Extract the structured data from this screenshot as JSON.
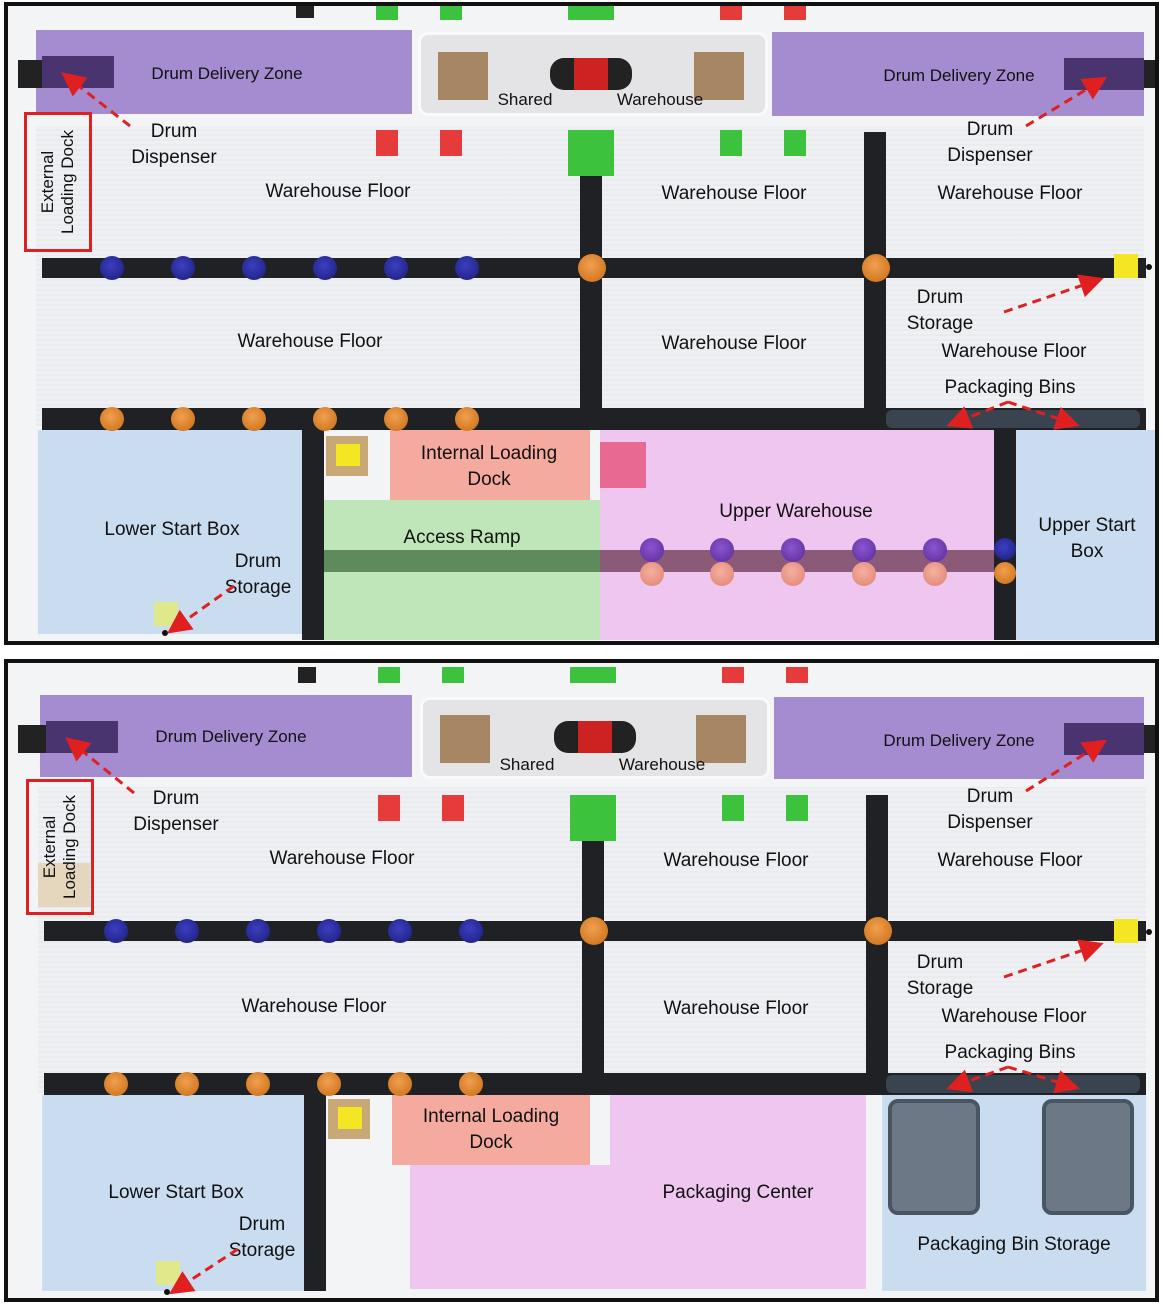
{
  "colors": {
    "purple_zone": "#a58bd0",
    "purple_dark": "#4a3470",
    "light_blue": "#c9dcf0",
    "pink": "#efc6ef",
    "salmon": "#f5aaa0",
    "green_ramp": "#bfe6b8",
    "track": "#202124",
    "red_arrow": "#e02020"
  },
  "top": {
    "drum_delivery_left": "Drum Delivery Zone",
    "drum_delivery_right": "Drum Delivery Zone",
    "shared": "Shared",
    "warehouse": "Warehouse",
    "drum_dispenser_left_1": "Drum",
    "drum_dispenser_left_2": "Dispenser",
    "drum_dispenser_right_1": "Drum",
    "drum_dispenser_right_2": "Dispenser",
    "external_loading_dock": "External\nLoading Dock",
    "wf_1": "Warehouse Floor",
    "wf_2": "Warehouse Floor",
    "wf_3": "Warehouse Floor",
    "wf_4": "Warehouse Floor",
    "wf_5": "Warehouse Floor",
    "wf_6": "Warehouse Floor",
    "drum_storage_right_1": "Drum",
    "drum_storage_right_2": "Storage",
    "packaging_bins": "Packaging Bins",
    "internal_loading_dock_1": "Internal Loading",
    "internal_loading_dock_2": "Dock",
    "upper_warehouse": "Upper Warehouse",
    "upper_start_box_1": "Upper Start",
    "upper_start_box_2": "Box",
    "access_ramp": "Access Ramp",
    "lower_start_box": "Lower Start Box",
    "drum_storage_left_1": "Drum",
    "drum_storage_left_2": "Storage"
  },
  "bottom": {
    "drum_delivery_left": "Drum Delivery Zone",
    "drum_delivery_right": "Drum Delivery Zone",
    "shared": "Shared",
    "warehouse": "Warehouse",
    "drum_dispenser_left_1": "Drum",
    "drum_dispenser_left_2": "Dispenser",
    "drum_dispenser_right_1": "Drum",
    "drum_dispenser_right_2": "Dispenser",
    "external_loading_dock": "External\nLoading Dock",
    "wf_1": "Warehouse Floor",
    "wf_2": "Warehouse Floor",
    "wf_3": "Warehouse Floor",
    "wf_4": "Warehouse Floor",
    "wf_5": "Warehouse Floor",
    "wf_6": "Warehouse Floor",
    "drum_storage_right_1": "Drum",
    "drum_storage_right_2": "Storage",
    "packaging_bins": "Packaging Bins",
    "internal_loading_dock_1": "Internal Loading",
    "internal_loading_dock_2": "Dock",
    "packaging_center": "Packaging Center",
    "packaging_bin_storage": "Packaging Bin Storage",
    "lower_start_box": "Lower Start Box",
    "drum_storage_left_1": "Drum",
    "drum_storage_left_2": "Storage"
  }
}
